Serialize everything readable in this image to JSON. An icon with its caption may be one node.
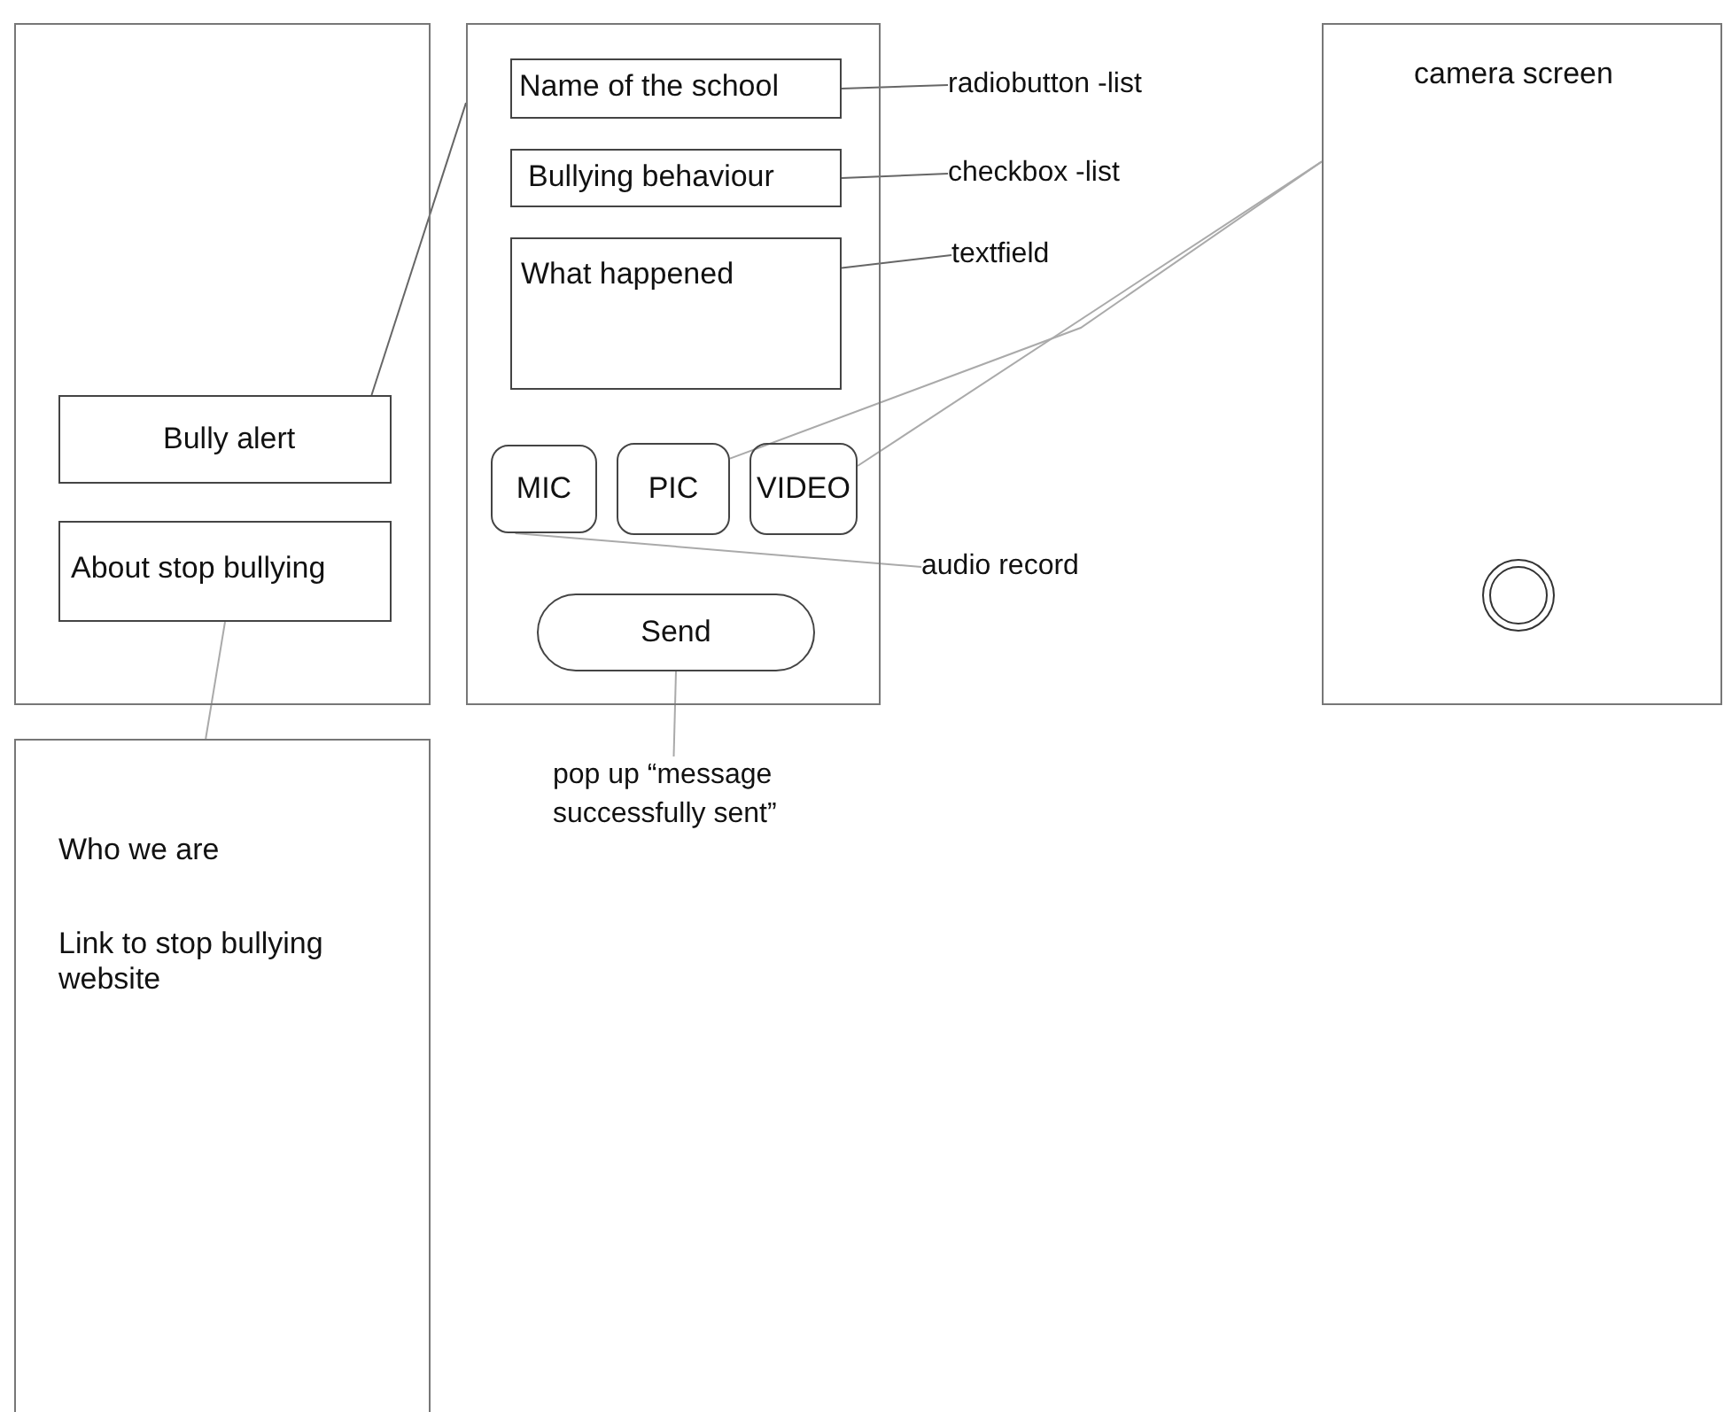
{
  "diagram": {
    "nodes": [
      {
        "text": [],
        "shape": "box"
      },
      {
        "text": [
          "Bully alert"
        ],
        "in": 0
      },
      {
        "text": [
          "About stop bullying"
        ],
        "in": 0
      },
      {
        "text": [],
        "shape": "box"
      },
      {
        "text": [
          "Name of the school"
        ],
        "in": 3
      },
      {
        "text": [
          "Bullying behaviour"
        ],
        "in": 3
      },
      {
        "text": [
          "What happened"
        ],
        "in": 3
      },
      {
        "text": [
          "MIC"
        ],
        "in": 3
      },
      {
        "text": [
          "PIC"
        ],
        "in": 3
      },
      {
        "text": [
          "VIDEO"
        ],
        "in": 3
      },
      {
        "text": [
          "Send"
        ],
        "in": 3
      },
      {
        "text": [
          "radiobutton -list"
        ]
      },
      {
        "text": [
          "checkbox -list"
        ]
      },
      {
        "text": [
          "textfield"
        ]
      },
      {
        "text": [
          "audio record"
        ]
      },
      {
        "text": [
          "pop up “message successfully sent”"
        ]
      },
      {
        "text": [
          "camera screen"
        ]
      },
      {
        "text": [
          "Who we are",
          "Link to stop bullying website"
        ]
      }
    ],
    "edges": [
      {
        "from": 1,
        "to": 3,
        "arrow": "none"
      },
      {
        "from": 4,
        "to": 11,
        "arrow": "none"
      },
      {
        "from": 5,
        "to": 12,
        "arrow": "none"
      },
      {
        "from": 6,
        "to": 13,
        "arrow": "none"
      },
      {
        "from": 8,
        "to": 16,
        "arrow": "none"
      },
      {
        "from": 9,
        "to": 16,
        "arrow": "none"
      },
      {
        "from": 7,
        "to": 14,
        "arrow": "none"
      },
      {
        "from": 10,
        "to": 15,
        "arrow": "none"
      },
      {
        "from": 2,
        "to": 17,
        "arrow": "none"
      }
    ]
  }
}
